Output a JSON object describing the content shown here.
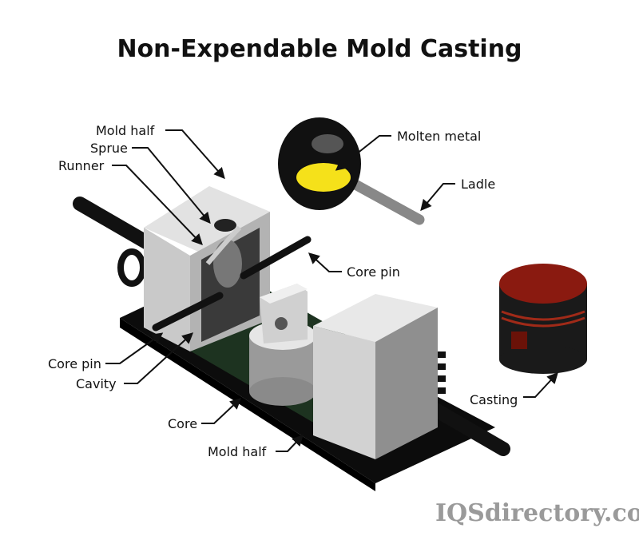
{
  "title": "Non-Expendable Mold Casting",
  "labels": {
    "mold_half_top": "Mold half",
    "sprue": "Sprue",
    "runner": "Runner",
    "molten_metal": "Molten metal",
    "ladle": "Ladle",
    "core_pin_right": "Core pin",
    "core_pin_left": "Core pin",
    "cavity": "Cavity",
    "core": "Core",
    "mold_half_bottom": "Mold half",
    "casting": "Casting"
  },
  "watermark": "IQSdirectory.com",
  "colors": {
    "molten": "#f5e11a",
    "casting": "#8a1a10",
    "block": "#d9d9d9"
  }
}
